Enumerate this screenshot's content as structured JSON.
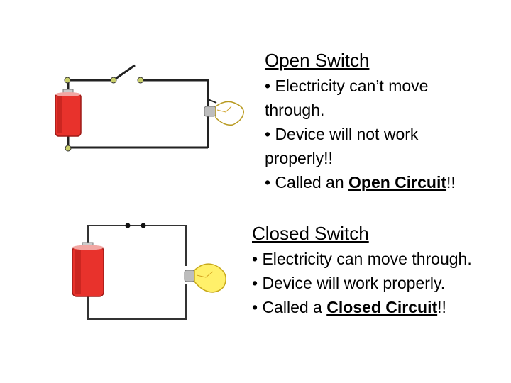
{
  "open": {
    "heading": "Open Switch",
    "b1": "• Electricity can’t move through.",
    "b2": "• Device will not work properly!!",
    "b3_pre": "• Called an ",
    "b3_em": "Open Circuit",
    "b3_post": "!!"
  },
  "closed": {
    "heading": "Closed Switch",
    "b1": "• Electricity can move through.",
    "b2": "• Device will work properly.",
    "b3_pre": "• Called a ",
    "b3_em": "Closed Circuit",
    "b3_post": "!!"
  },
  "colors": {
    "battery": "#e8322c",
    "battery_dark": "#b21e1a",
    "bulb_off": "#ffffff",
    "bulb_on": "#fff06a",
    "wire": "#222222",
    "terminal": "#c9cf6a"
  }
}
